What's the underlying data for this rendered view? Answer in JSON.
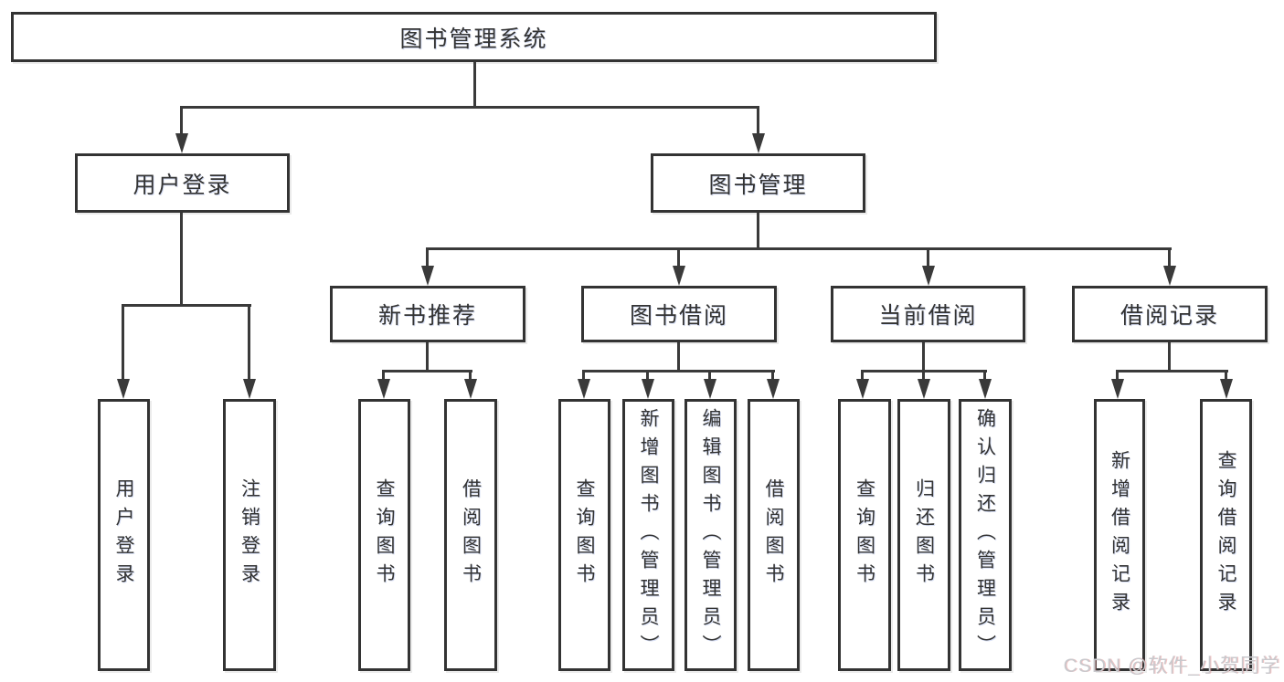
{
  "diagram": {
    "title": "图书管理系统",
    "nodes": {
      "root": {
        "label": "图书管理系统"
      },
      "level2": [
        {
          "label": "用户登录"
        },
        {
          "label": "图书管理"
        }
      ],
      "level3": [
        {
          "label": "新书推荐",
          "parent": "图书管理"
        },
        {
          "label": "图书借阅",
          "parent": "图书管理"
        },
        {
          "label": "当前借阅",
          "parent": "图书管理"
        },
        {
          "label": "借阅记录",
          "parent": "图书管理"
        }
      ],
      "leaves": [
        {
          "label": "用户登录",
          "parent": "用户登录"
        },
        {
          "label": "注销登录",
          "parent": "用户登录"
        },
        {
          "label": "查询图书",
          "parent": "新书推荐"
        },
        {
          "label": "借阅图书",
          "parent": "新书推荐"
        },
        {
          "label": "查询图书",
          "parent": "图书借阅"
        },
        {
          "label": "新增图书（管理员）",
          "parent": "图书借阅"
        },
        {
          "label": "编辑图书（管理员）",
          "parent": "图书借阅"
        },
        {
          "label": "借阅图书",
          "parent": "图书借阅"
        },
        {
          "label": "查询图书",
          "parent": "当前借阅"
        },
        {
          "label": "归还图书",
          "parent": "当前借阅"
        },
        {
          "label": "确认归还（管理员）",
          "parent": "当前借阅"
        },
        {
          "label": "新增借阅记录",
          "parent": "借阅记录"
        },
        {
          "label": "查询借阅记录",
          "parent": "借阅记录"
        }
      ]
    },
    "colors": {
      "line": "#3a3a3a",
      "box_border": "#333333",
      "text": "#333333",
      "background": "#ffffff",
      "watermark": "#c9c9cd"
    }
  },
  "watermark": {
    "text": "CSDN @软件_小贺同学"
  }
}
